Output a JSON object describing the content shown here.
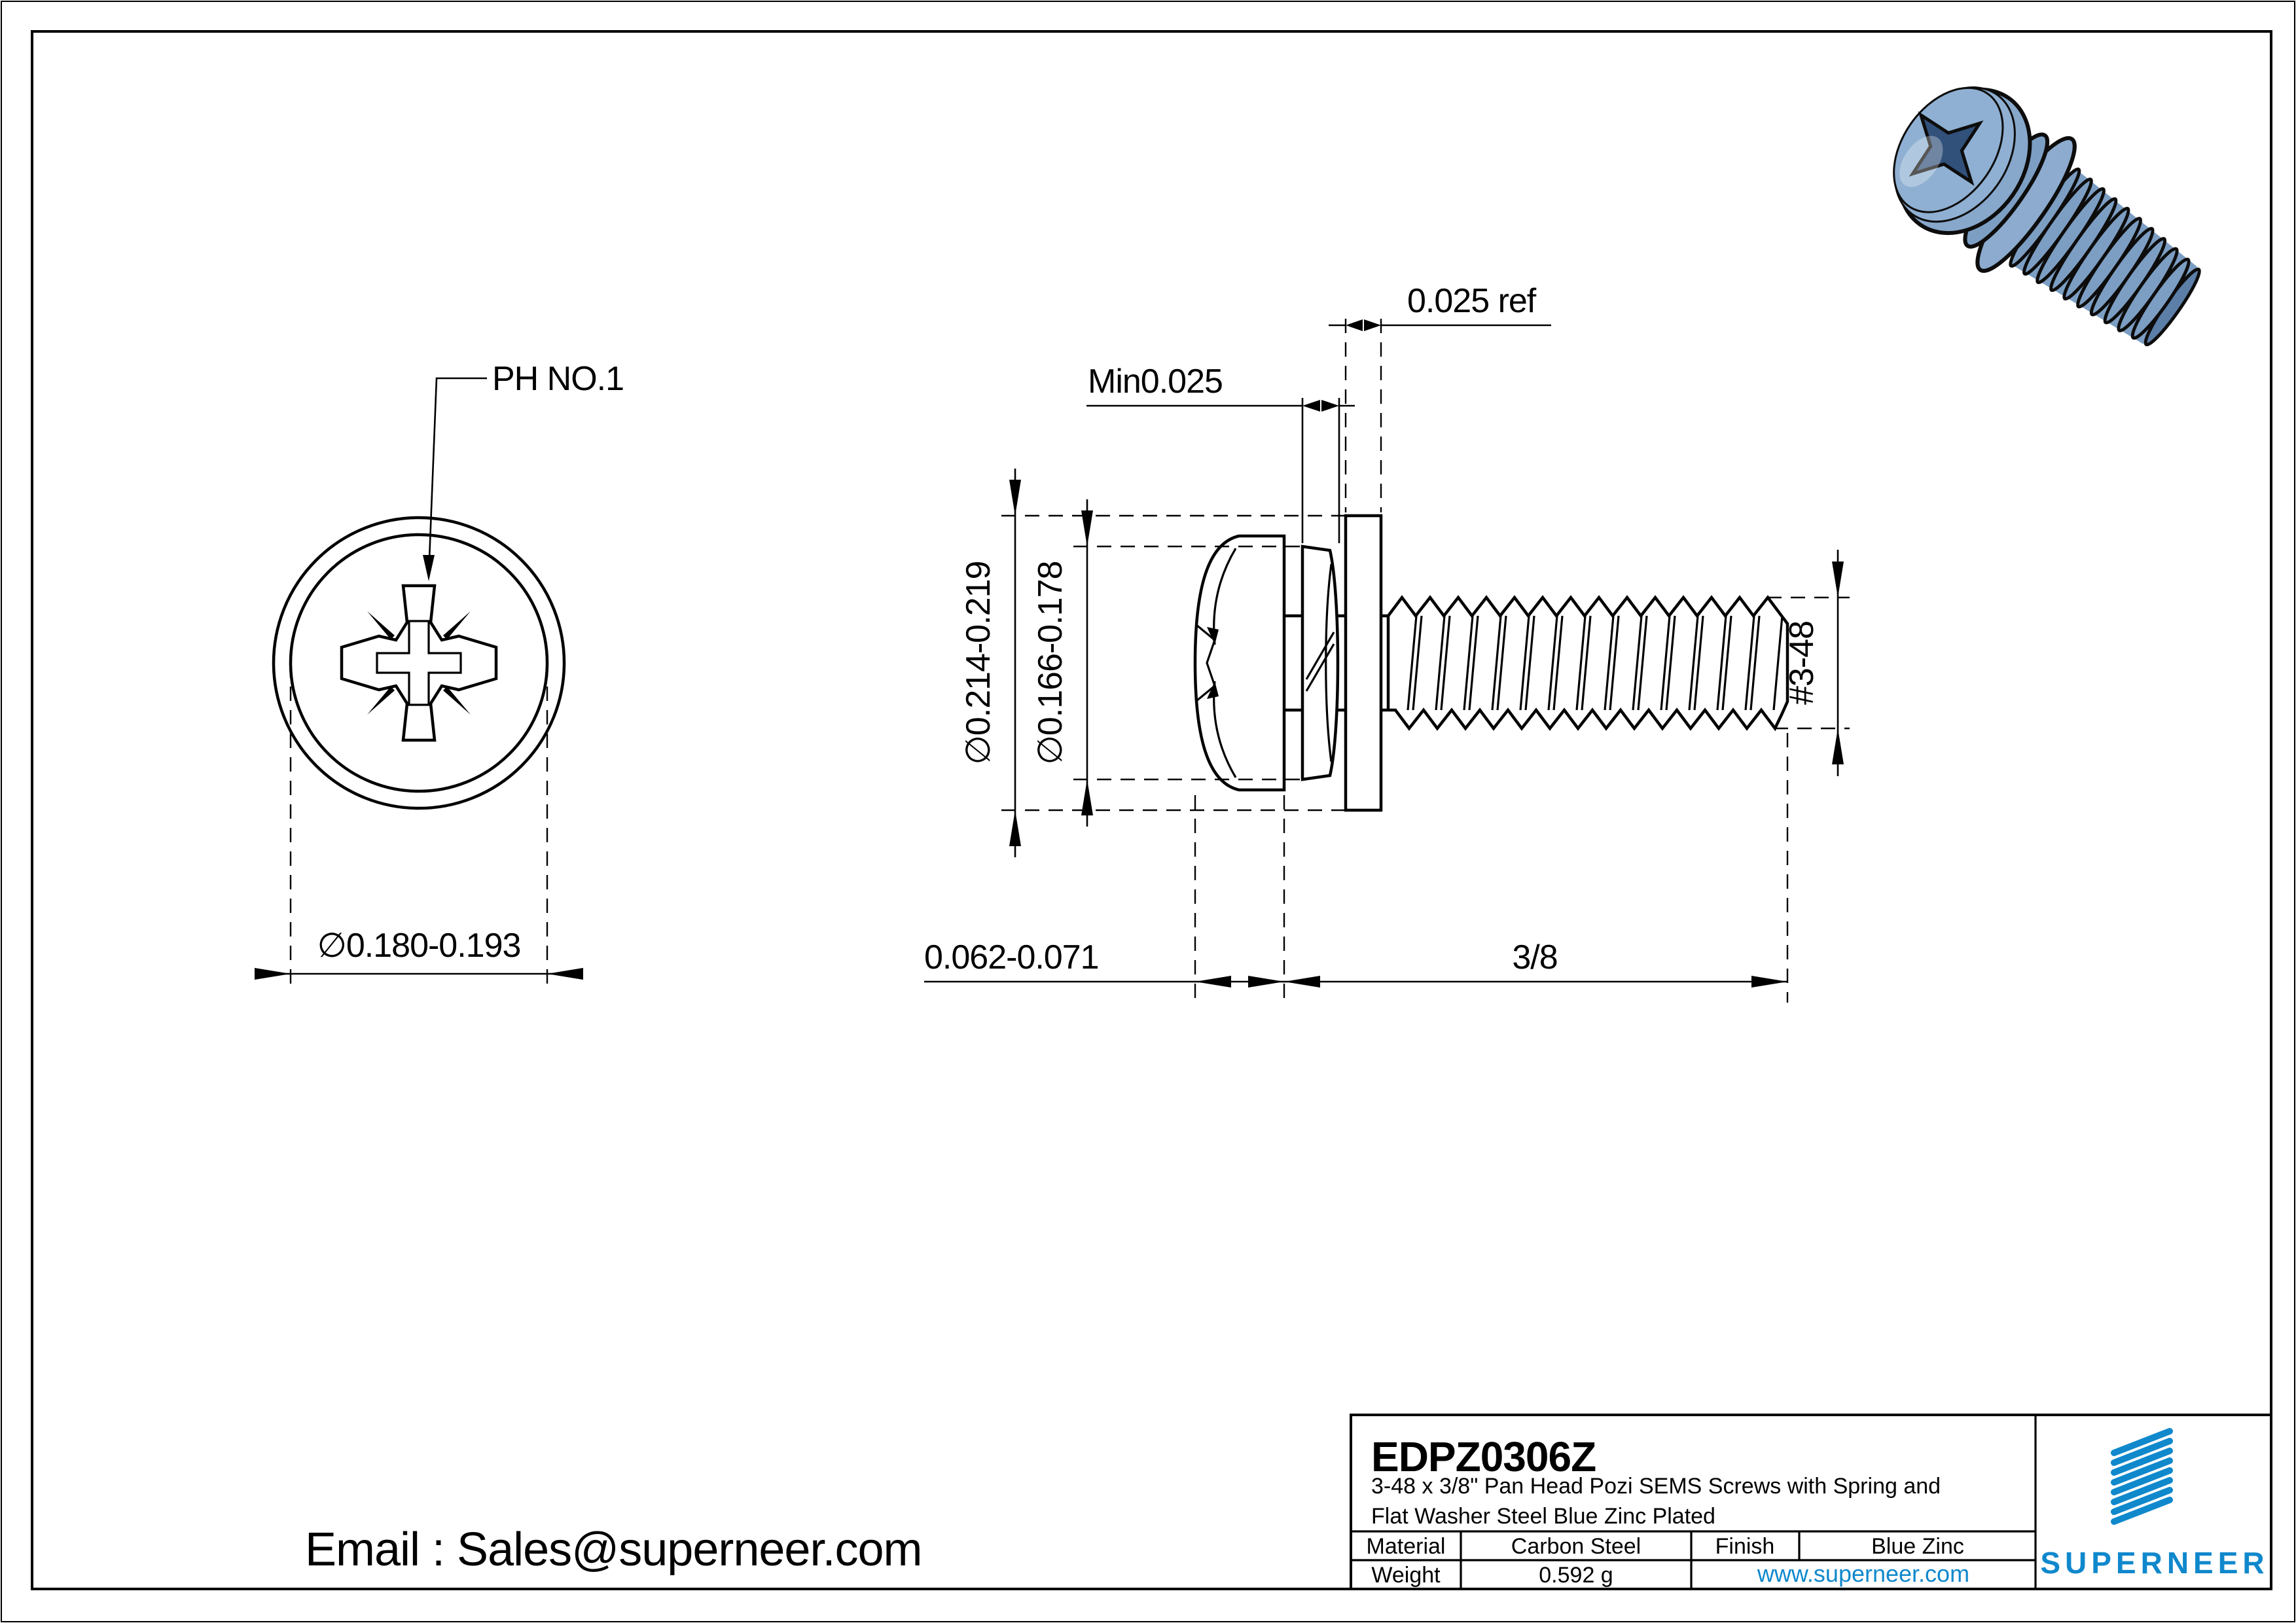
{
  "colors": {
    "ink": "#000000",
    "brand_blue": "#1088cc",
    "screw_body": "#7d9ec3",
    "screw_rim": "#8fb0d2",
    "screw_recess": "#31517a"
  },
  "front_view": {
    "recess_label": "PH NO.1",
    "head_diameter_dim": "∅0.180-0.193"
  },
  "side_view": {
    "spring_washer_thickness_dim": "Min0.025",
    "flat_washer_thickness_dim": "0.025 ref",
    "flat_washer_od_dim": "∅0.214-0.219",
    "spring_washer_od_dim": "∅0.166-0.178",
    "thread_size_dim": "#3-48",
    "head_height_dim": "0.062-0.071",
    "thread_length_dim": "3/8"
  },
  "title_block": {
    "part_number": "EDPZ0306Z",
    "description_line1": "3-48 x 3/8\" Pan Head Pozi SEMS Screws with Spring and",
    "description_line2": "Flat Washer Steel Blue Zinc Plated",
    "material_label": "Material",
    "material_value": "Carbon Steel",
    "finish_label": "Finish",
    "finish_value": "Blue Zinc",
    "weight_label": "Weight",
    "weight_value": "0.592 g",
    "website": "www.superneer.com",
    "brand": "SUPERNEER"
  },
  "footer": {
    "email": "Email : Sales@superneer.com"
  }
}
